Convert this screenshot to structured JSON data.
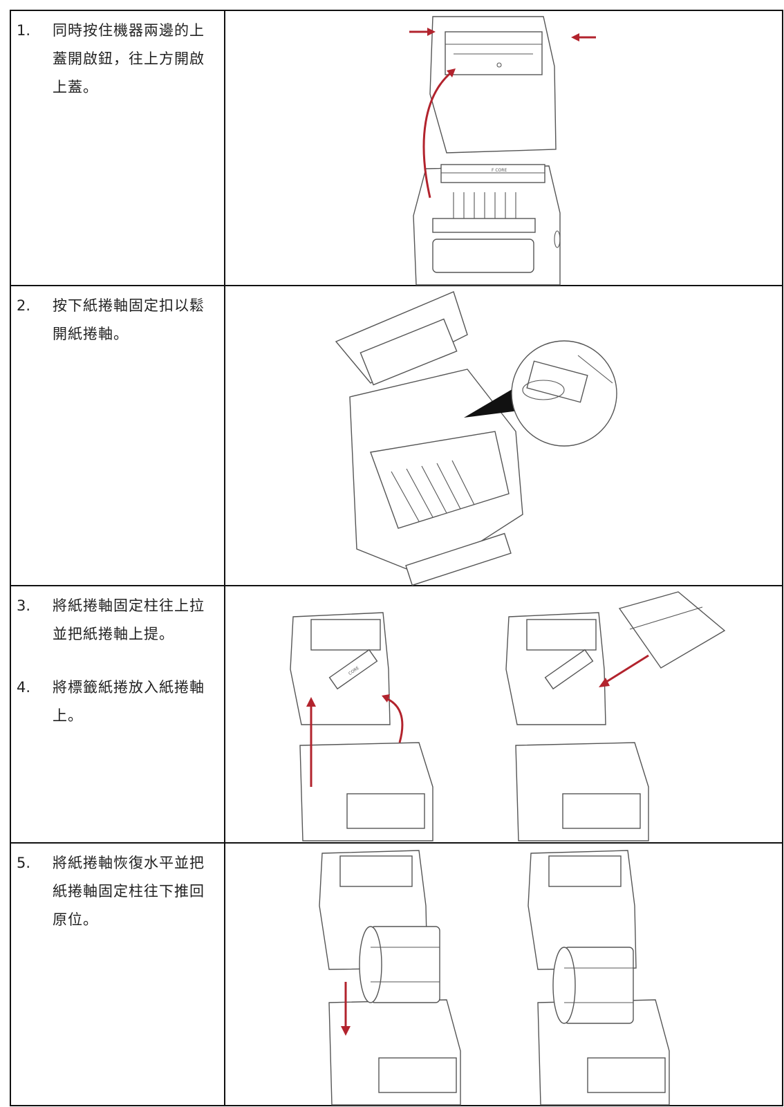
{
  "steps": [
    {
      "lines": [
        {
          "num": "1.",
          "text": "同時按住機器兩邊的上蓋開啟鈕，往上方開啟上蓋。"
        }
      ]
    },
    {
      "lines": [
        {
          "num": "2.",
          "text": "按下紙捲軸固定扣以鬆開紙捲軸。"
        }
      ]
    },
    {
      "lines": [
        {
          "num": "3.",
          "text": "將紙捲軸固定柱往上拉並把紙捲軸上提。"
        },
        {
          "num": "4.",
          "text": "將標籤紙捲放入紙捲軸上。"
        }
      ]
    },
    {
      "lines": [
        {
          "num": "5.",
          "text": "將紙捲軸恢復水平並把紙捲軸固定柱往下推回原位。"
        }
      ]
    }
  ],
  "figure_label": "CORE",
  "colors": {
    "arrow": "#b2232d",
    "line": "#555555",
    "border": "#111111"
  }
}
